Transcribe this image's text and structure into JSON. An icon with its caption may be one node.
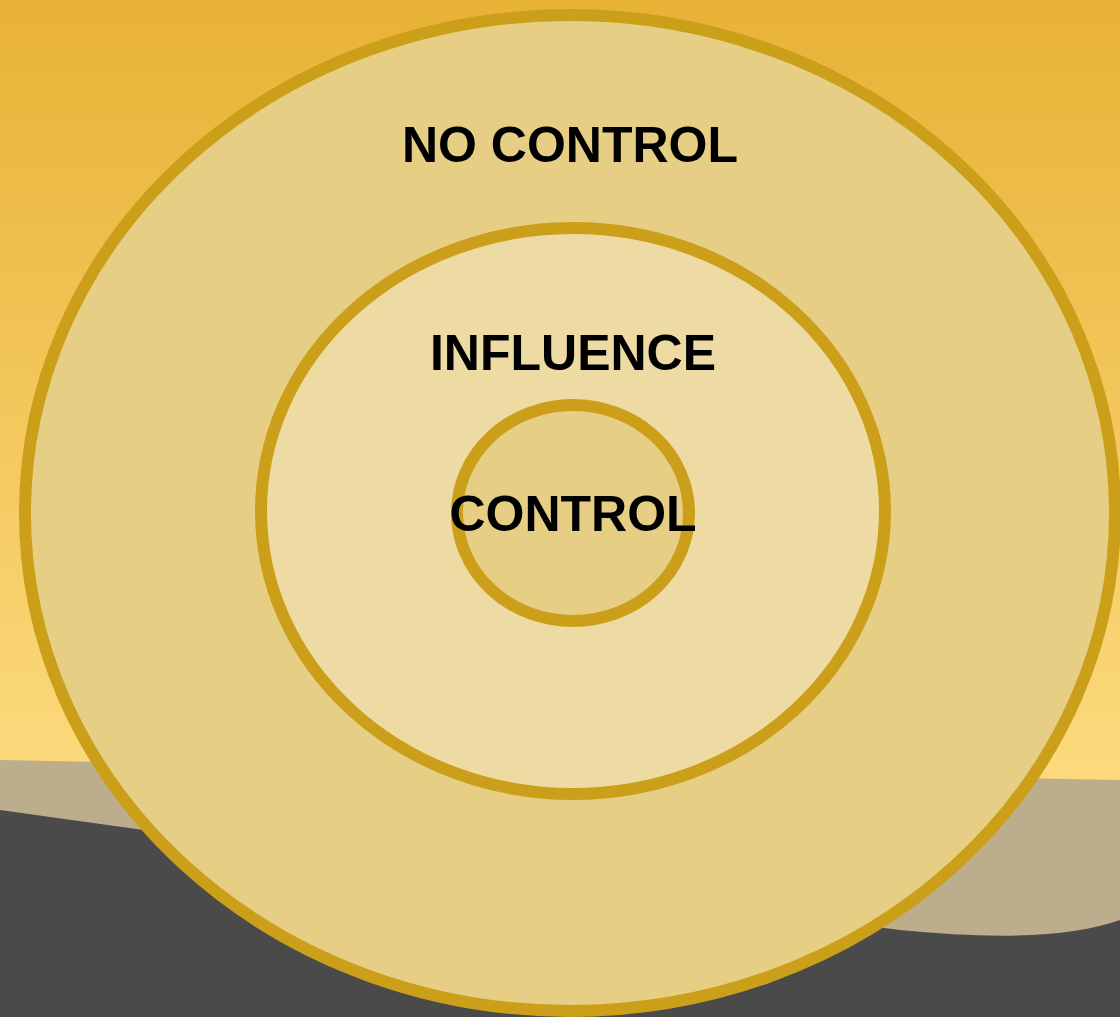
{
  "diagram": {
    "nodes": [
      {
        "text": [
          "NO CONTROL"
        ]
      },
      {
        "text": [
          "INFLUENCE"
        ],
        "in": 0
      },
      {
        "text": [
          "CONTROL"
        ],
        "in": 1
      }
    ],
    "edges": []
  }
}
